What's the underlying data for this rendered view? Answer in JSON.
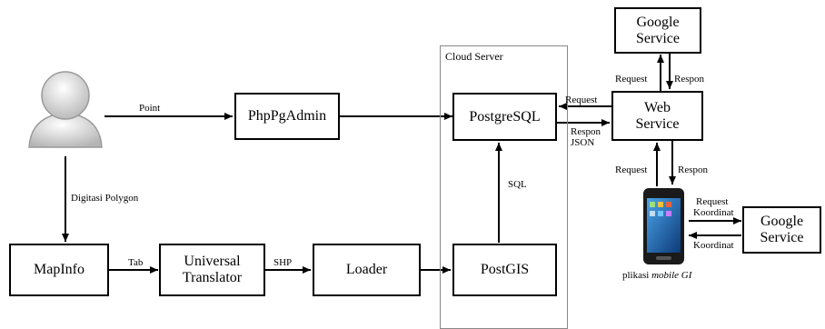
{
  "cloud_server": {
    "label": "Cloud Server"
  },
  "nodes": {
    "phppgadmin": "PhpPgAdmin",
    "postgresql": "PostgreSQL",
    "web_service": [
      "Web",
      "Service"
    ],
    "google_top": [
      "Google",
      "Service"
    ],
    "mapinfo": "MapInfo",
    "universal_translator": [
      "Universal",
      "Translator"
    ],
    "loader": "Loader",
    "postgis": "PostGIS",
    "google_right": [
      "Google",
      "Service"
    ],
    "mobile_caption_plain": "plikasi ",
    "mobile_caption_italic": "mobile GI"
  },
  "edges": {
    "point": "Point",
    "digitasi_polygon": "Digitasi Polygon",
    "tab": "Tab",
    "shp": "SHP",
    "sql": "SQL",
    "request_pg": "Request",
    "respon_json_1": "Respon",
    "respon_json_2": "JSON",
    "request_google_top": "Request",
    "respon_google_top": "Respon",
    "request_mobile": "Request",
    "respon_mobile": "Respon",
    "request_koordinat_1": "Request",
    "request_koordinat_2": "Koordinat",
    "koordinat": "Koordinat"
  },
  "colors": {
    "line": "#000000",
    "cloud_border": "#888888",
    "phone_body": "#1a1a1a",
    "phone_screen": "#1e5fa8"
  },
  "icons": [
    "user-icon",
    "mobile-phone-icon"
  ]
}
